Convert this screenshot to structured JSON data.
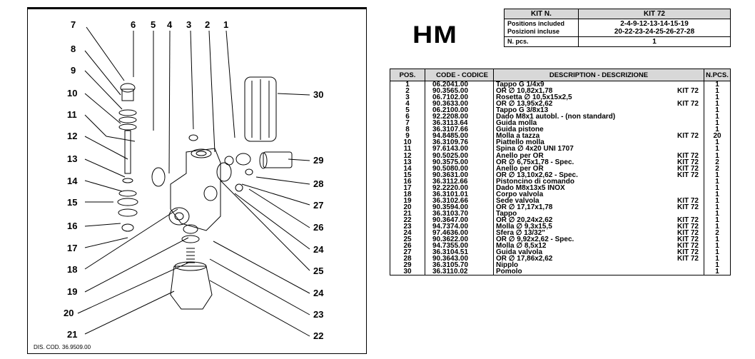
{
  "drawing": {
    "callouts_top": [
      "7",
      "6",
      "5",
      "4",
      "3",
      "2",
      "1"
    ],
    "callouts_left": [
      "8",
      "9",
      "10",
      "11",
      "12",
      "13",
      "14",
      "15",
      "16",
      "17",
      "18",
      "19",
      "20",
      "21"
    ],
    "callouts_right": [
      "30",
      "29",
      "28",
      "27",
      "26",
      "24",
      "25",
      "24",
      "23",
      "22"
    ],
    "drawing_code": "DIS. COD. 36.9509.00"
  },
  "model": "HM",
  "kit": {
    "header_label": "KIT N.",
    "header_value": "KIT 72",
    "positions_label_1": "Positions included",
    "positions_label_2": "Posizioni incluse",
    "positions_value_1": "2-4-9-12-13-14-15-19",
    "positions_value_2": "20-22-23-24-25-26-27-28",
    "pcs_label": "N. pcs.",
    "pcs_value": "1"
  },
  "parts_table": {
    "headers": [
      "POS.",
      "CODE - CODICE",
      "DESCRIPTION - DESCRIZIONE",
      "N.PCS."
    ],
    "rows": [
      {
        "pos": "1",
        "code": "06.2041.00",
        "desc": "Tappo G 1/4x9",
        "kit": "",
        "pcs": "1"
      },
      {
        "pos": "2",
        "code": "90.3565.00",
        "desc": "OR ∅ 10,82x1,78",
        "kit": "KIT 72",
        "pcs": "1"
      },
      {
        "pos": "3",
        "code": "06.7102.00",
        "desc": "Rosetta ∅ 10,5x15x2,5",
        "kit": "",
        "pcs": "1"
      },
      {
        "pos": "4",
        "code": "90.3633.00",
        "desc": "OR ∅ 13,95x2,62",
        "kit": "KIT 72",
        "pcs": "1"
      },
      {
        "pos": "5",
        "code": "06.2100.00",
        "desc": "Tappo G 3/8x13",
        "kit": "",
        "pcs": "1"
      },
      {
        "pos": "6",
        "code": "92.2208.00",
        "desc": "Dado M8x1 autobl. - (non standard)",
        "kit": "",
        "pcs": "1"
      },
      {
        "pos": "7",
        "code": "36.3113.64",
        "desc": "Guida molla",
        "kit": "",
        "pcs": "1"
      },
      {
        "pos": "8",
        "code": "36.3107.66",
        "desc": "Guida pistone",
        "kit": "",
        "pcs": "1"
      },
      {
        "pos": "9",
        "code": "94.8485.00",
        "desc": "Molla a tazza",
        "kit": "KIT 72",
        "pcs": "20"
      },
      {
        "pos": "10",
        "code": "36.3109.76",
        "desc": "Piattello molla",
        "kit": "",
        "pcs": "1"
      },
      {
        "pos": "11",
        "code": "97.6143.00",
        "desc": "Spina ∅ 4x20 UNI 1707",
        "kit": "",
        "pcs": "1"
      },
      {
        "pos": "12",
        "code": "90.5025.00",
        "desc": "Anello per OR",
        "kit": "KIT 72",
        "pcs": "1"
      },
      {
        "pos": "13",
        "code": "90.3575.00",
        "desc": "OR ∅ 6,75x1,78 - Spec.",
        "kit": "KIT 72",
        "pcs": "2"
      },
      {
        "pos": "14",
        "code": "90.5080.00",
        "desc": "Anello per OR",
        "kit": "KIT 72",
        "pcs": "2"
      },
      {
        "pos": "15",
        "code": "90.3631.00",
        "desc": "OR ∅ 13,10x2,62 - Spec.",
        "kit": "KIT 72",
        "pcs": "1"
      },
      {
        "pos": "16",
        "code": "36.3112.66",
        "desc": "Pistoncino di comando",
        "kit": "",
        "pcs": "1"
      },
      {
        "pos": "17",
        "code": "92.2220.00",
        "desc": "Dado M8x13x5 INOX",
        "kit": "",
        "pcs": "1"
      },
      {
        "pos": "18",
        "code": "36.3101.01",
        "desc": "Corpo valvola",
        "kit": "",
        "pcs": "1"
      },
      {
        "pos": "19",
        "code": "36.3102.66",
        "desc": "Sede valvola",
        "kit": "KIT 72",
        "pcs": "1"
      },
      {
        "pos": "20",
        "code": "90.3594.00",
        "desc": "OR ∅ 17,17x1,78",
        "kit": "KIT 72",
        "pcs": "1"
      },
      {
        "pos": "21",
        "code": "36.3103.70",
        "desc": "Tappo",
        "kit": "",
        "pcs": "1"
      },
      {
        "pos": "22",
        "code": "90.3647.00",
        "desc": "OR ∅ 20,24x2,62",
        "kit": "KIT 72",
        "pcs": "1"
      },
      {
        "pos": "23",
        "code": "94.7374.00",
        "desc": "Molla ∅ 9,3x15,5",
        "kit": "KIT 72",
        "pcs": "1"
      },
      {
        "pos": "24",
        "code": "97.4636.00",
        "desc": "Sfera ∅ 13/32\"",
        "kit": "KIT 72",
        "pcs": "2"
      },
      {
        "pos": "25",
        "code": "90.3622.00",
        "desc": "OR ∅ 9,92x2,62 - Spec.",
        "kit": "KIT 72",
        "pcs": "1"
      },
      {
        "pos": "26",
        "code": "94.7355.00",
        "desc": "Molla ∅ 8,5x12",
        "kit": "KIT 72",
        "pcs": "1"
      },
      {
        "pos": "27",
        "code": "36.3104.51",
        "desc": "Guida valvola",
        "kit": "KIT 72",
        "pcs": "1"
      },
      {
        "pos": "28",
        "code": "90.3643.00",
        "desc": "OR ∅ 17,86x2,62",
        "kit": "KIT 72",
        "pcs": "1"
      },
      {
        "pos": "29",
        "code": "36.3105.70",
        "desc": "Nipplo",
        "kit": "",
        "pcs": "1"
      },
      {
        "pos": "30",
        "code": "36.3110.02",
        "desc": "Pomolo",
        "kit": "",
        "pcs": "1"
      }
    ]
  }
}
